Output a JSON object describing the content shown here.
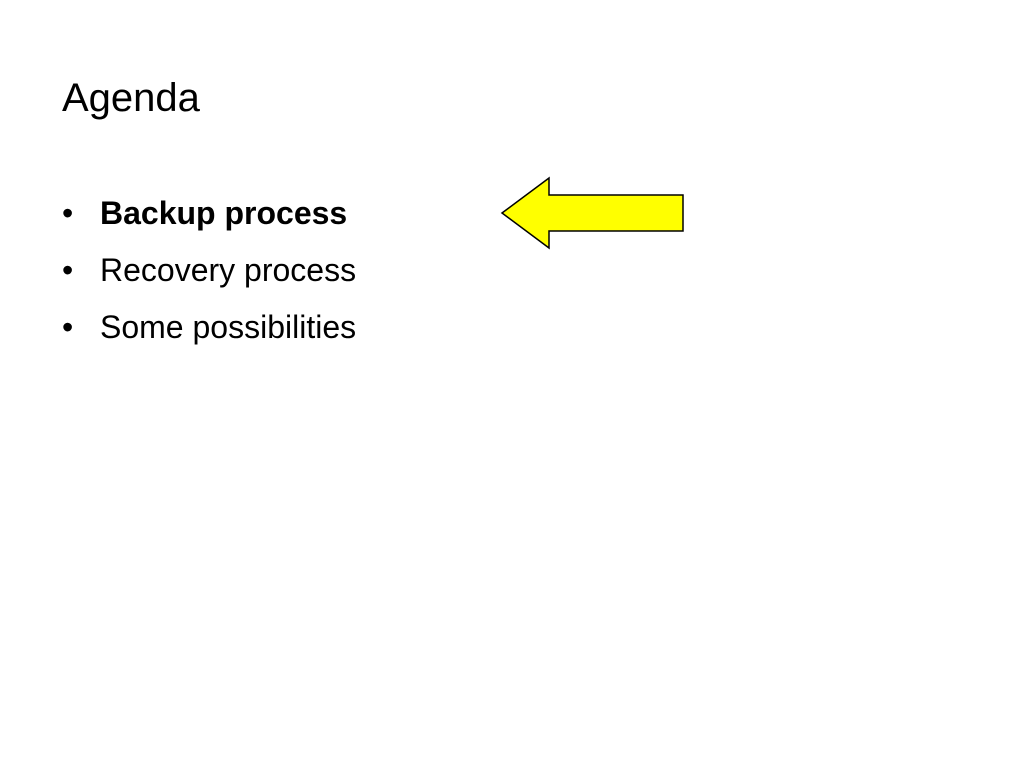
{
  "slide": {
    "title": "Agenda",
    "bullet_glyph": "•",
    "items": [
      {
        "label": "Backup process",
        "current": true
      },
      {
        "label": "Recovery process",
        "current": false
      },
      {
        "label": "Some possibilities",
        "current": false
      }
    ],
    "pointer": {
      "icon": "left-arrow-icon",
      "fill": "#ffff00",
      "stroke": "#000000"
    }
  }
}
